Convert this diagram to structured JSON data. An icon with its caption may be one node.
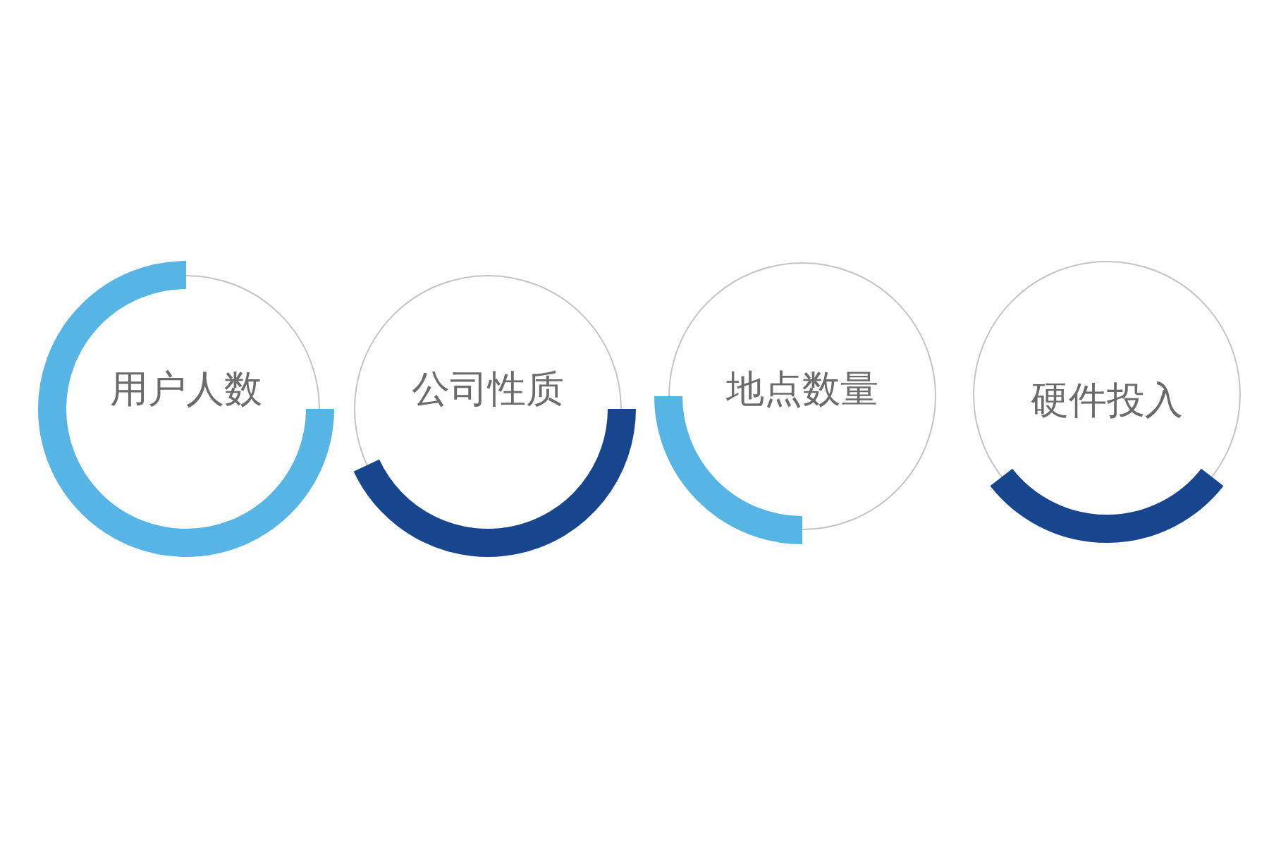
{
  "diagram": {
    "nodes": [
      {
        "text": [
          "用户人数"
        ]
      },
      {
        "text": [
          "公司性质"
        ]
      },
      {
        "text": [
          "地点数量"
        ]
      },
      {
        "text": [
          "硬件投入"
        ]
      }
    ]
  }
}
